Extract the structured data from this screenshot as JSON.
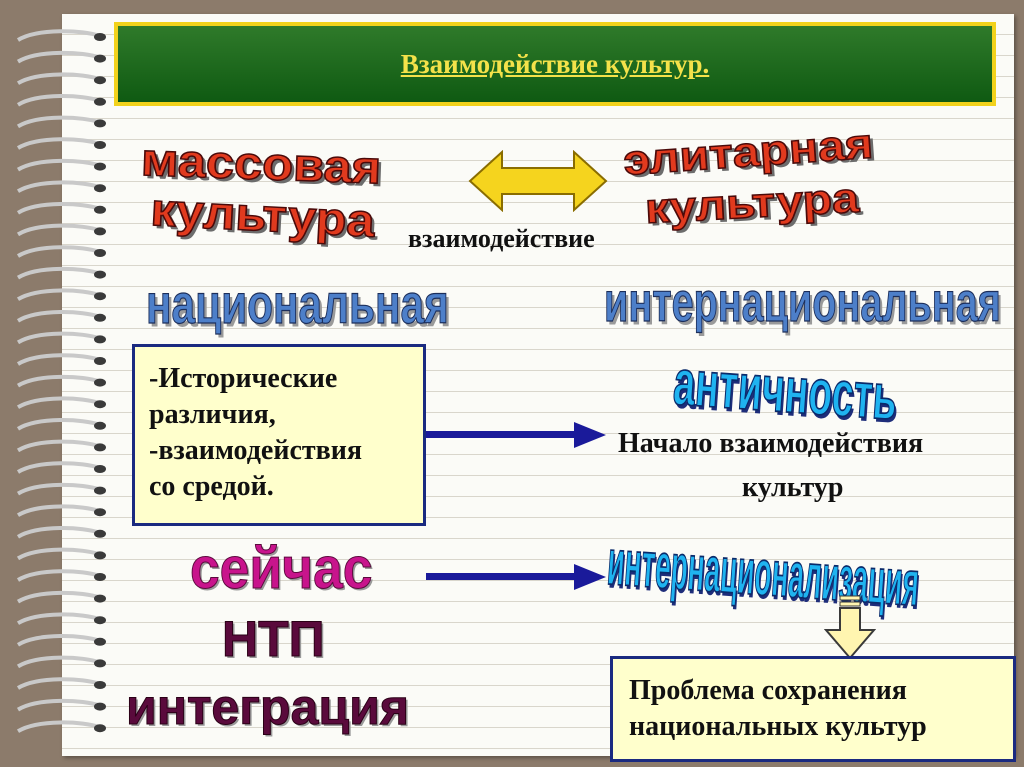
{
  "title": "Взаимодействие культур.",
  "left_top": {
    "line1": "массовая",
    "line2": "культура"
  },
  "right_top": {
    "line1": "элитарная",
    "line2": "культура"
  },
  "interaction_label": "взаимодействие",
  "national": "национальная",
  "international": "интернациональная",
  "left_box": {
    "line1": "-Исторические",
    "line2": "различия,",
    "line3": "-взаимодействия",
    "line4": "со средой."
  },
  "antiquity": "античность",
  "beginning_label": {
    "line1": "Начало взаимодействия",
    "line2": "культур"
  },
  "now": "сейчас",
  "ntp": "НТП",
  "integration": "интеграция",
  "internationalization": "интернационализация",
  "problem_box": {
    "line1": "Проблема сохранения",
    "line2": "национальных культур"
  },
  "colors": {
    "title_bg": "#0f5a12",
    "title_border": "#f2d21c",
    "title_text": "#f4e24a",
    "box_border": "#1a2a80",
    "box_fill": "#ffffcc",
    "arrow_blue": "#1a1a9a",
    "magenta": "#c8148c",
    "dark_purple": "#5a0a3c",
    "double_arrow_fill": "#f5d41e"
  }
}
